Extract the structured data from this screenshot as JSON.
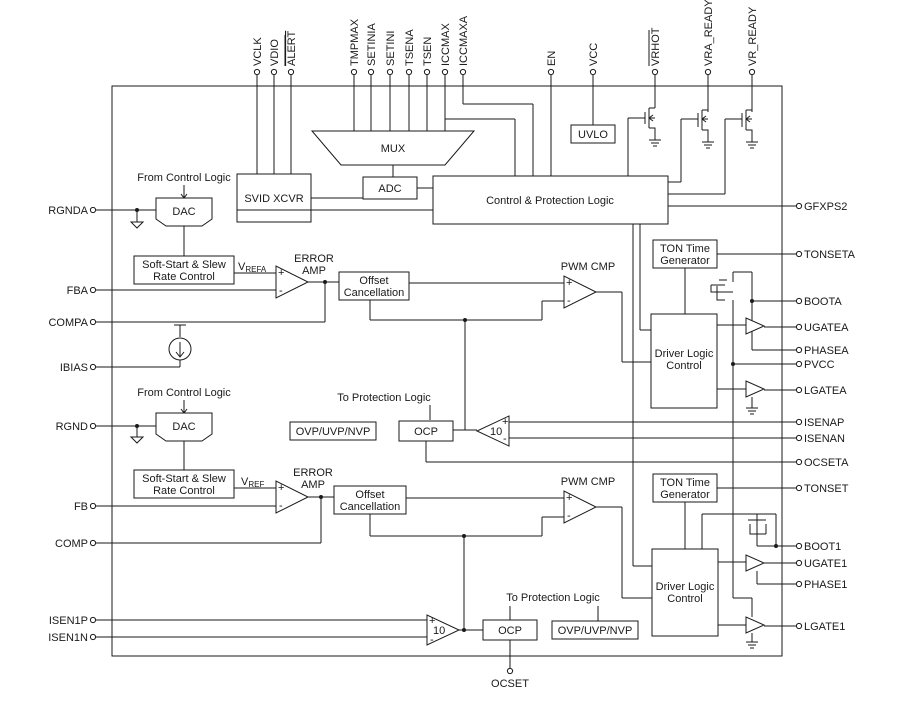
{
  "top_pins": {
    "vclk": "VCLK",
    "vdio": "VDIO",
    "alert": "ALERT",
    "tmpmax": "TMPMAX",
    "setinia": "SETINIA",
    "setini": "SETINI",
    "tsena": "TSENA",
    "tsen": "TSEN",
    "iccmax": "ICCMAX",
    "iccmaxa": "ICCMAXA",
    "en": "EN",
    "vcc": "VCC",
    "vrhot": "VRHOT",
    "vra_ready": "VRA_READY",
    "vr_ready": "VR_READY"
  },
  "left_pins": {
    "rgnda": "RGNDA",
    "fba": "FBA",
    "compa": "COMPA",
    "ibias": "IBIAS",
    "rgnd": "RGND",
    "fb": "FB",
    "comp": "COMP",
    "isen1p": "ISEN1P",
    "isen1n": "ISEN1N"
  },
  "right_pins": {
    "gfxps2": "GFXPS2",
    "tonseta": "TONSETA",
    "boota": "BOOTA",
    "ugatea": "UGATEA",
    "phasea": "PHASEA",
    "pvcc": "PVCC",
    "lgatea": "LGATEA",
    "isenap": "ISENAP",
    "isenan": "ISENAN",
    "ocseta": "OCSETA",
    "tonset": "TONSET",
    "boot1": "BOOT1",
    "ugate1": "UGATE1",
    "phase1": "PHASE1",
    "lgate1": "LGATE1"
  },
  "bottom_pins": {
    "ocset": "OCSET"
  },
  "blocks": {
    "mux": "MUX",
    "adc": "ADC",
    "svid": "SVID XCVR",
    "uvlo": "UVLO",
    "control": "Control & Protection Logic",
    "dac": "DAC",
    "from_control": "From Control Logic",
    "softstart_line1": "Soft-Start & Slew",
    "softstart_line2": "Rate Control",
    "vrefa_main": "V",
    "vrefa_sub": "REFA",
    "vref_main": "V",
    "vref_sub": "REF",
    "error": "ERROR",
    "amp": "AMP",
    "offset_line1": "Offset",
    "offset_line2": "Cancellation",
    "pwm_cmp": "PWM CMP",
    "ton_line1": "TON Time",
    "ton_line2": "Generator",
    "driver_line1": "Driver Logic",
    "driver_line2": "Control",
    "to_protection": "To Protection Logic",
    "ovp": "OVP/UVP/NVP",
    "ocp": "OCP",
    "gain": "10",
    "plus": "+",
    "minus": "-"
  }
}
